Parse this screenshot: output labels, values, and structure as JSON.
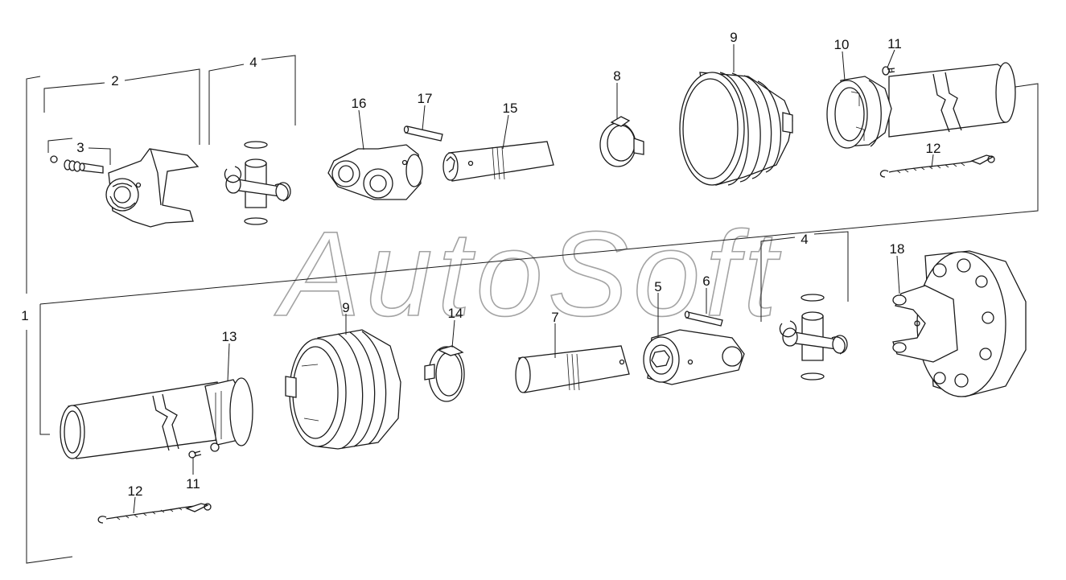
{
  "watermark": "AutoSoft",
  "callouts": {
    "c1": "1",
    "c2": "2",
    "c3": "3",
    "c4a": "4",
    "c4b": "4",
    "c5": "5",
    "c6": "6",
    "c7": "7",
    "c8": "8",
    "c9a": "9",
    "c9b": "9",
    "c10": "10",
    "c11a": "11",
    "c11b": "11",
    "c12a": "12",
    "c12b": "12",
    "c13": "13",
    "c14": "14",
    "c15": "15",
    "c16": "16",
    "c17": "17",
    "c18": "18"
  }
}
